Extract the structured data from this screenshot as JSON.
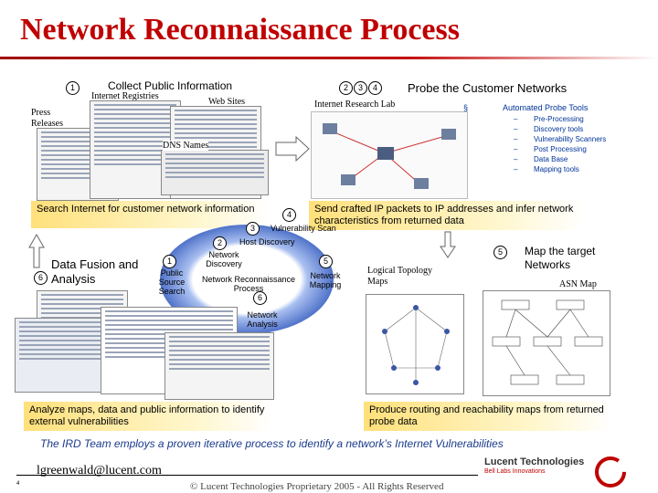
{
  "title": "Network Reconnaissance Process",
  "steps": {
    "s1": "1",
    "s2": "2",
    "s3": "3",
    "s4": "4",
    "s5": "5",
    "s6": "6"
  },
  "top_left": {
    "heading": "Collect Public Information",
    "internet_registries": "Internet Registries",
    "web_sites": "Web Sites",
    "press": "Press",
    "releases": "Releases",
    "dns_names": "DNS Names",
    "callout": "Search Internet for customer network information"
  },
  "top_right": {
    "heading": "Probe the Customer Networks",
    "lab": "Internet Research Lab",
    "tools_title": "Automated Probe Tools",
    "tools": [
      "Pre-Processing",
      "Discovery tools",
      "Vulnerability Scanners",
      "Post Processing",
      "Data Base",
      "Mapping tools"
    ],
    "bullet": "§",
    "dash": "–",
    "callout": "Send crafted IP packets to IP addresses and infer network characteristics from returned data"
  },
  "cycle": {
    "vulnerability_scan": "Vulnerability Scan",
    "host_discovery": "Host Discovery",
    "network_discovery": "Network Discovery",
    "public_source_search": "Public Source Search",
    "center": "Network Reconnaissance Process",
    "network_mapping": "Network Mapping",
    "network_analysis": "Network Analysis"
  },
  "left_mid": {
    "label": "Data Fusion and Analysis"
  },
  "right_mid": {
    "label": "Map the target Networks",
    "logical_topology": "Logical Topology Maps",
    "asn_map": "ASN Map"
  },
  "bottom": {
    "left_callout": "Analyze maps, data and public information to identify external vulnerabilities",
    "right_callout": "Produce routing and reachability  maps from returned probe data",
    "summary": "The IRD Team employs a proven iterative process to identify a network’s Internet Vulnerabilities",
    "email": "lgreenwald@lucent.com",
    "copyright": "© Lucent Technologies Proprietary 2005 - All Rights Reserved",
    "page": "4",
    "logo_name": "Lucent Technologies",
    "logo_tag": "Bell Labs Innovations"
  },
  "colors": {
    "title": "#c00000",
    "ring": "#5b7fd1",
    "callout_yellow": "#ffe07a",
    "summary_blue": "#1a3a8c"
  }
}
